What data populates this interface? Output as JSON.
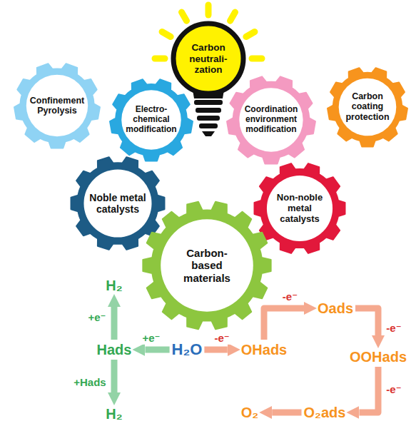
{
  "diagram": {
    "nodes": [
      {
        "text": [
          "Carbon neutrali-zation"
        ]
      },
      {
        "text": [
          "Confinement Pyrolysis"
        ]
      },
      {
        "text": [
          "Electro-chemical modification"
        ]
      },
      {
        "text": [
          "Coordination environment modification"
        ]
      },
      {
        "text": [
          "Carbon coating protection"
        ]
      },
      {
        "text": [
          "Noble metal catalysts"
        ]
      },
      {
        "text": [
          "Non-noble metal catalysts"
        ]
      },
      {
        "text": [
          "Carbon-based materials"
        ]
      },
      {
        "text": [
          "H₂"
        ]
      },
      {
        "text": [
          "Oads"
        ]
      },
      {
        "text": [
          "Hads"
        ]
      },
      {
        "text": [
          "H₂O"
        ]
      },
      {
        "text": [
          "OHads"
        ]
      },
      {
        "text": [
          "OOHads"
        ]
      },
      {
        "text": [
          "H₂"
        ]
      },
      {
        "text": [
          "O₂"
        ]
      },
      {
        "text": [
          "O₂ads"
        ]
      }
    ],
    "edges": [
      {
        "from": 11,
        "to": 10,
        "arrow": "to",
        "label": "+e⁻"
      },
      {
        "from": 10,
        "to": 8,
        "arrow": "to",
        "label": "+e⁻"
      },
      {
        "from": 10,
        "to": 14,
        "arrow": "to",
        "label": "+Hads"
      },
      {
        "from": 11,
        "to": 12,
        "arrow": "to",
        "label": "-e⁻"
      },
      {
        "from": 12,
        "to": 9,
        "arrow": "to",
        "label": "-e⁻"
      },
      {
        "from": 9,
        "to": 13,
        "arrow": "to",
        "label": "-e⁻"
      },
      {
        "from": 13,
        "to": 16,
        "arrow": "to",
        "label": "-e⁻"
      },
      {
        "from": 16,
        "to": 15,
        "arrow": "to"
      }
    ]
  }
}
